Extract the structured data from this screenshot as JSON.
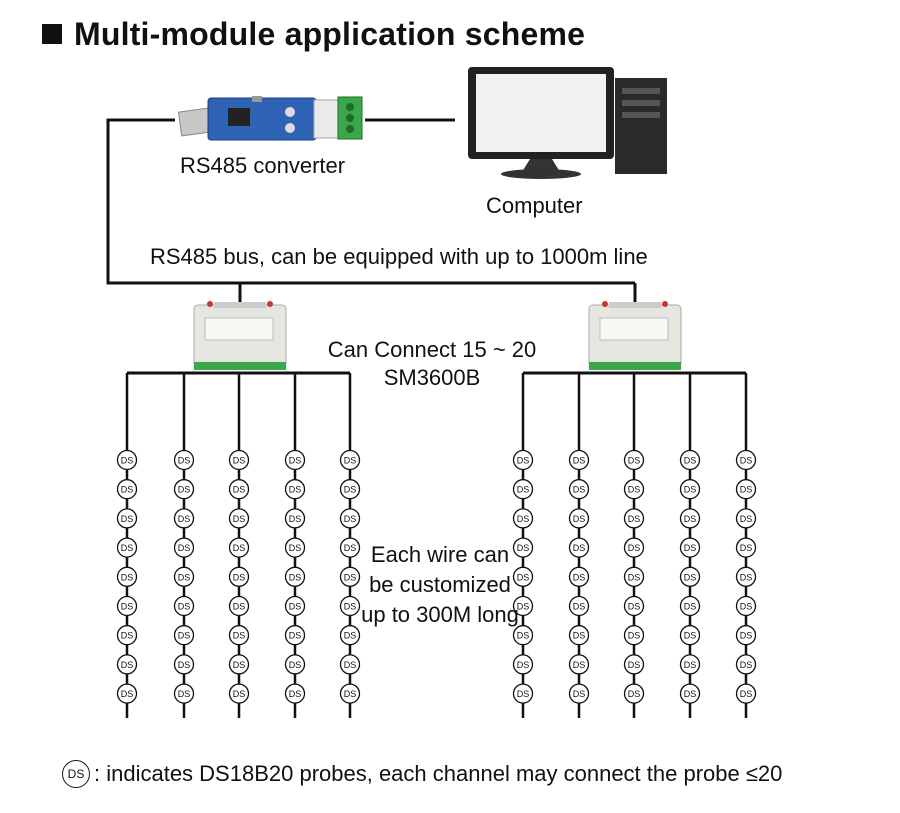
{
  "title": "Multi-module application scheme",
  "labels": {
    "converter": "RS485 converter",
    "computer": "Computer",
    "bus": "RS485 bus, can be equipped with up to 1000m line",
    "connect_line1": "Can Connect 15 ~ 20",
    "connect_line2": "SM3600B",
    "wire_line1": "Each wire can",
    "wire_line2": "be customized",
    "wire_line3": "up to 300M long"
  },
  "probe_symbol": "DS",
  "probes_per_channel": 9,
  "channels_per_module": 5,
  "legend": {
    "icon": "DS",
    "text": ": indicates DS18B20 probes, each channel may connect the probe ≤20"
  },
  "colors": {
    "line": "#111111",
    "converter_board": "#2f63b6",
    "terminal_green": "#3aa84a",
    "module_body": "#e6e6e0"
  }
}
